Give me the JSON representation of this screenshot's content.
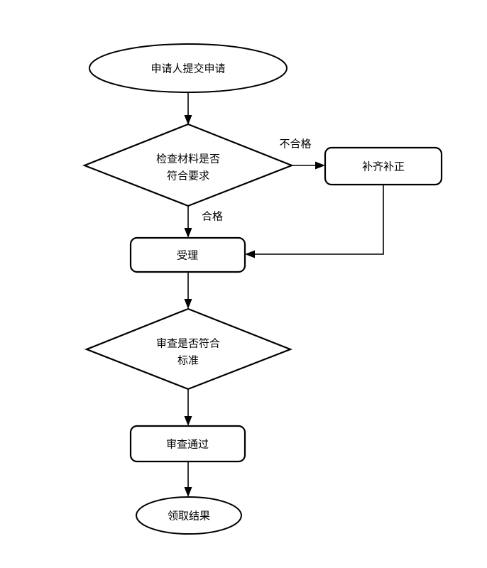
{
  "diagram": {
    "type": "flowchart",
    "orientation": "top-to-bottom",
    "background_color": "#ffffff",
    "line_color": "#000000",
    "text_color": "#000000",
    "nodes": [
      {
        "id": "start",
        "shape": "ellipse",
        "label": "申请人提交申请",
        "lines": [
          "申请人提交申请"
        ]
      },
      {
        "id": "check-materials",
        "shape": "diamond",
        "label": "检查材料是否符合要求",
        "lines": [
          "检查材料是否",
          "符合要求"
        ]
      },
      {
        "id": "supplement",
        "shape": "rounded-rect",
        "label": "补齐补正",
        "lines": [
          "补齐补正"
        ]
      },
      {
        "id": "accept",
        "shape": "rounded-rect",
        "label": "受理",
        "lines": [
          "受理"
        ]
      },
      {
        "id": "review-standard",
        "shape": "diamond",
        "label": "审查是否符合标准",
        "lines": [
          "审查是否符合",
          "标准"
        ]
      },
      {
        "id": "review-passed",
        "shape": "rounded-rect",
        "label": "审查通过",
        "lines": [
          "审查通过"
        ]
      },
      {
        "id": "collect-result",
        "shape": "ellipse",
        "label": "领取结果",
        "lines": [
          "领取结果"
        ]
      }
    ],
    "edges": [
      {
        "id": "e1",
        "from": "start",
        "to": "check-materials",
        "label": ""
      },
      {
        "id": "e2",
        "from": "check-materials",
        "to": "supplement",
        "label": "不合格"
      },
      {
        "id": "e3",
        "from": "check-materials",
        "to": "accept",
        "label": "合格"
      },
      {
        "id": "e4",
        "from": "supplement",
        "to": "accept",
        "label": ""
      },
      {
        "id": "e5",
        "from": "accept",
        "to": "review-standard",
        "label": ""
      },
      {
        "id": "e6",
        "from": "review-standard",
        "to": "review-passed",
        "label": ""
      },
      {
        "id": "e7",
        "from": "review-passed",
        "to": "collect-result",
        "label": ""
      }
    ]
  }
}
